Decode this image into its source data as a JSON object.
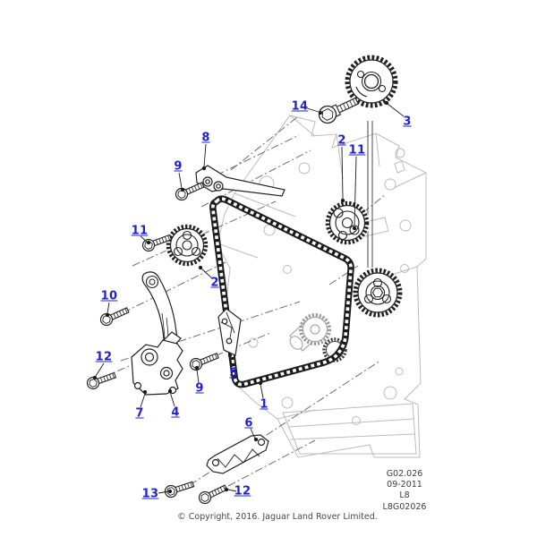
{
  "callouts": [
    {
      "number": "1"
    },
    {
      "number": "2"
    },
    {
      "number": "2"
    },
    {
      "number": "3"
    },
    {
      "number": "4"
    },
    {
      "number": "5"
    },
    {
      "number": "6"
    },
    {
      "number": "7"
    },
    {
      "number": "8"
    },
    {
      "number": "9"
    },
    {
      "number": "9"
    },
    {
      "number": "10"
    },
    {
      "number": "11"
    },
    {
      "number": "11"
    },
    {
      "number": "12"
    },
    {
      "number": "12"
    },
    {
      "number": "13"
    },
    {
      "number": "14"
    }
  ],
  "info_block": {
    "lines": [
      "G02.026",
      "09-2011",
      "L8",
      "L8G02026"
    ]
  },
  "footer": {
    "copyright": "© Copyright, 2016. Jaguar Land Rover Limited."
  },
  "colors": {
    "callout_link": "#2222cc",
    "part_outline": "#1f1f1f",
    "engine_block_outline": "#bcbcbc",
    "info_text": "#3d3d3d"
  }
}
